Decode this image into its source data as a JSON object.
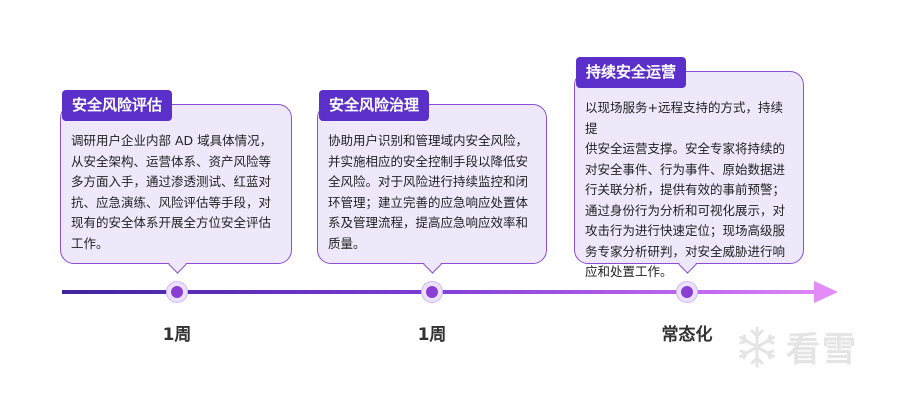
{
  "stages": [
    {
      "title": "安全风险评估",
      "lines": [
        "调研用户企业内部 AD 域具体情况，",
        "从安全架构、运营体系、资产风险等",
        "多方面入手，通过渗透测试、红蓝对",
        "抗、应急演练、风险评估等手段，对",
        "现有的安全体系开展全方位安全评估",
        "工作。"
      ],
      "duration": "1周"
    },
    {
      "title": "安全风险治理",
      "lines": [
        "协助用户识别和管理域内安全风险，",
        "并实施相应的安全控制手段以降低安",
        "全风险。对于风险进行持续监控和闭",
        "环管理；建立完善的应急响应处置体",
        "系及管理流程，提高应急响应效率和",
        "质量。"
      ],
      "duration": "1周"
    },
    {
      "title": "持续安全运营",
      "lines": [
        "以现场服务+远程支持的方式，持续提",
        "供安全运营支撑。安全专家将持续的",
        "对安全事件、行为事件、原始数据进",
        "行关联分析，提供有效的事前预警；",
        "通过身份行为分析和可视化展示，对",
        "攻击行为进行快速定位；现场高级服",
        "务专家分析研判，对安全威胁进行响",
        "应和处置工作。"
      ],
      "duration": "常态化"
    }
  ],
  "watermark": "看雪",
  "colors": {
    "tab": "#5b2fc9",
    "card_fill": "#efe8fb",
    "card_border": "#8a4fd6",
    "track_start": "#40239e",
    "track_end": "#e38cf7"
  }
}
